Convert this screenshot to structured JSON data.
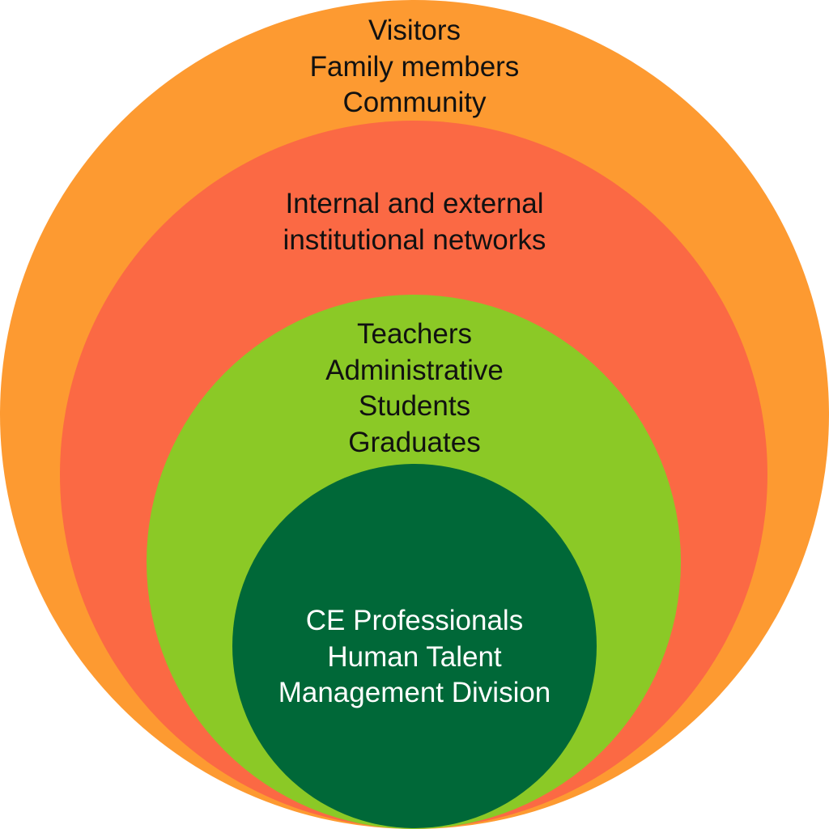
{
  "colors": {
    "outer": "#FD9A31",
    "second": "#FB6944",
    "third": "#8BC926",
    "inner": "#006838"
  },
  "rings": [
    {
      "lines": [
        "Visitors",
        "Family members",
        "Community"
      ]
    },
    {
      "lines": [
        "Internal and external",
        "institutional networks"
      ]
    },
    {
      "lines": [
        "Teachers",
        "Administrative",
        "Students",
        "Graduates"
      ]
    },
    {
      "lines": [
        "CE Professionals",
        "Human Talent",
        "Management Division"
      ]
    }
  ]
}
